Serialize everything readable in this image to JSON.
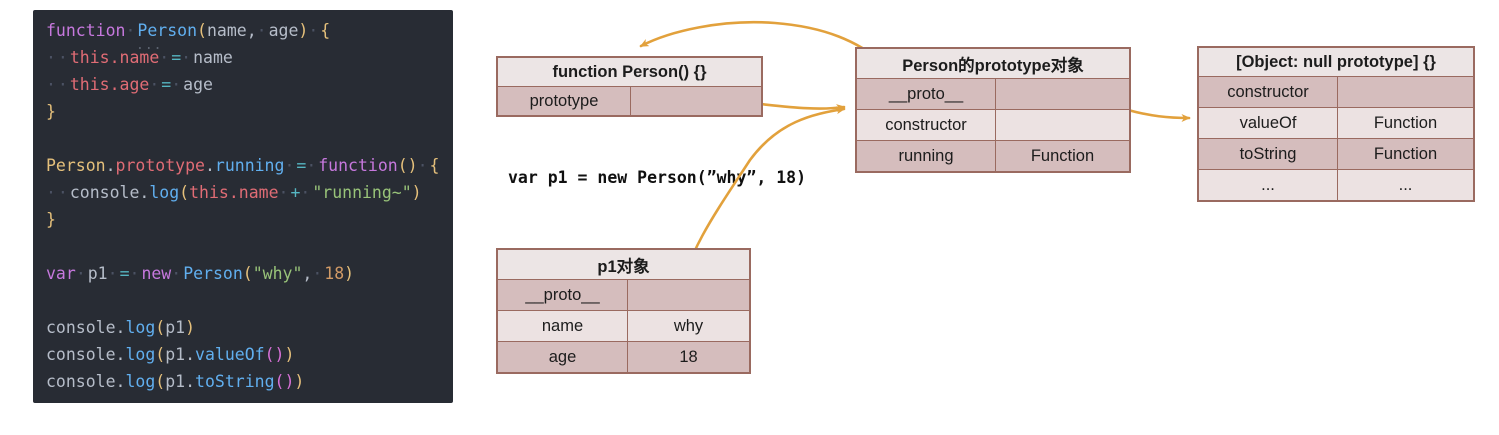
{
  "code_panel": {
    "bg": "#282c34",
    "hint": "...",
    "lines": [
      [
        [
          "kw",
          "function"
        ],
        [
          "ws",
          "·"
        ],
        [
          "fn",
          "Person"
        ],
        [
          "p1",
          "("
        ],
        [
          "pl",
          "name"
        ],
        [
          "pl",
          ","
        ],
        [
          "ws",
          "·"
        ],
        [
          "pl",
          "age"
        ],
        [
          "p1",
          ")"
        ],
        [
          "ws",
          "·"
        ],
        [
          "p1",
          "{"
        ]
      ],
      [
        [
          "ws",
          "··"
        ],
        [
          "pr",
          "this.name"
        ],
        [
          "ws",
          "·"
        ],
        [
          "op",
          "="
        ],
        [
          "ws",
          "·"
        ],
        [
          "pl",
          "name"
        ]
      ],
      [
        [
          "ws",
          "··"
        ],
        [
          "pr",
          "this.age"
        ],
        [
          "ws",
          "·"
        ],
        [
          "op",
          "="
        ],
        [
          "ws",
          "·"
        ],
        [
          "pl",
          "age"
        ]
      ],
      [
        [
          "p1",
          "}"
        ]
      ],
      [],
      [
        [
          "cls",
          "Person"
        ],
        [
          "pl",
          "."
        ],
        [
          "pr",
          "prototype"
        ],
        [
          "pl",
          "."
        ],
        [
          "fn",
          "running"
        ],
        [
          "ws",
          "·"
        ],
        [
          "op",
          "="
        ],
        [
          "ws",
          "·"
        ],
        [
          "kw",
          "function"
        ],
        [
          "p1",
          "()"
        ],
        [
          "ws",
          "·"
        ],
        [
          "p1",
          "{"
        ]
      ],
      [
        [
          "ws",
          "··"
        ],
        [
          "pl",
          "console"
        ],
        [
          "pl",
          "."
        ],
        [
          "fn",
          "log"
        ],
        [
          "p1",
          "("
        ],
        [
          "pr",
          "this.name"
        ],
        [
          "ws",
          "·"
        ],
        [
          "op",
          "+"
        ],
        [
          "ws",
          "·"
        ],
        [
          "str",
          "\"running~\""
        ],
        [
          "p1",
          ")"
        ]
      ],
      [
        [
          "p1",
          "}"
        ]
      ],
      [],
      [
        [
          "kw",
          "var"
        ],
        [
          "ws",
          "·"
        ],
        [
          "pl",
          "p1"
        ],
        [
          "ws",
          "·"
        ],
        [
          "op",
          "="
        ],
        [
          "ws",
          "·"
        ],
        [
          "kw",
          "new"
        ],
        [
          "ws",
          "·"
        ],
        [
          "fn",
          "Person"
        ],
        [
          "p1",
          "("
        ],
        [
          "str",
          "\"why\""
        ],
        [
          "pl",
          ","
        ],
        [
          "ws",
          "·"
        ],
        [
          "num",
          "18"
        ],
        [
          "p1",
          ")"
        ]
      ],
      [],
      [
        [
          "pl",
          "console"
        ],
        [
          "pl",
          "."
        ],
        [
          "fn",
          "log"
        ],
        [
          "p1",
          "("
        ],
        [
          "pl",
          "p1"
        ],
        [
          "p1",
          ")"
        ]
      ],
      [
        [
          "pl",
          "console"
        ],
        [
          "pl",
          "."
        ],
        [
          "fn",
          "log"
        ],
        [
          "p1",
          "("
        ],
        [
          "pl",
          "p1"
        ],
        [
          "pl",
          "."
        ],
        [
          "fn",
          "valueOf"
        ],
        [
          "p2",
          "()"
        ],
        [
          "p1",
          ")"
        ]
      ],
      [
        [
          "pl",
          "console"
        ],
        [
          "pl",
          "."
        ],
        [
          "fn",
          "log"
        ],
        [
          "p1",
          "("
        ],
        [
          "pl",
          "p1"
        ],
        [
          "pl",
          "."
        ],
        [
          "fn",
          "toString"
        ],
        [
          "p2",
          "()"
        ],
        [
          "p1",
          ")"
        ]
      ]
    ]
  },
  "diagram": {
    "declaration": "var p1 = new Person(”why”, 18)",
    "arrow_color": "#e2a13c",
    "table_colors": {
      "border": "#9a6a60",
      "header_bg": "#ece5e5",
      "row_dark": "#d5bdbd",
      "row_light": "#ece2e2",
      "text": "#1c1c1c"
    },
    "tables": [
      {
        "id": "function-person",
        "title": "function Person() {}",
        "rows": [
          {
            "key": "prototype",
            "value": ""
          }
        ]
      },
      {
        "id": "person-prototype",
        "title": "Person的prototype对象",
        "rows": [
          {
            "key": "__proto__",
            "value": ""
          },
          {
            "key": "constructor",
            "value": ""
          },
          {
            "key": "running",
            "value": "Function"
          }
        ]
      },
      {
        "id": "object-null-prototype",
        "title": "[Object: null prototype] {}",
        "rows": [
          {
            "key": "constructor",
            "value": ""
          },
          {
            "key": "valueOf",
            "value": "Function"
          },
          {
            "key": "toString",
            "value": "Function"
          },
          {
            "key": "...",
            "value": "..."
          }
        ]
      },
      {
        "id": "p1-object",
        "title": "p1对象",
        "rows": [
          {
            "key": "__proto__",
            "value": ""
          },
          {
            "key": "name",
            "value": "why"
          },
          {
            "key": "age",
            "value": "18"
          }
        ]
      }
    ],
    "arrows": [
      {
        "id": "constructor-to-function",
        "from": "Person的prototype对象.constructor",
        "to": "function Person() {}"
      },
      {
        "id": "prototype-to-prototype-object",
        "from": "function Person() {}.prototype",
        "to": "Person的prototype对象"
      },
      {
        "id": "p1-proto-to-prototype-object",
        "from": "p1对象.__proto__",
        "to": "Person的prototype对象"
      },
      {
        "id": "proto-to-object-null",
        "from": "Person的prototype对象.__proto__",
        "to": "[Object: null prototype] {}"
      }
    ]
  }
}
